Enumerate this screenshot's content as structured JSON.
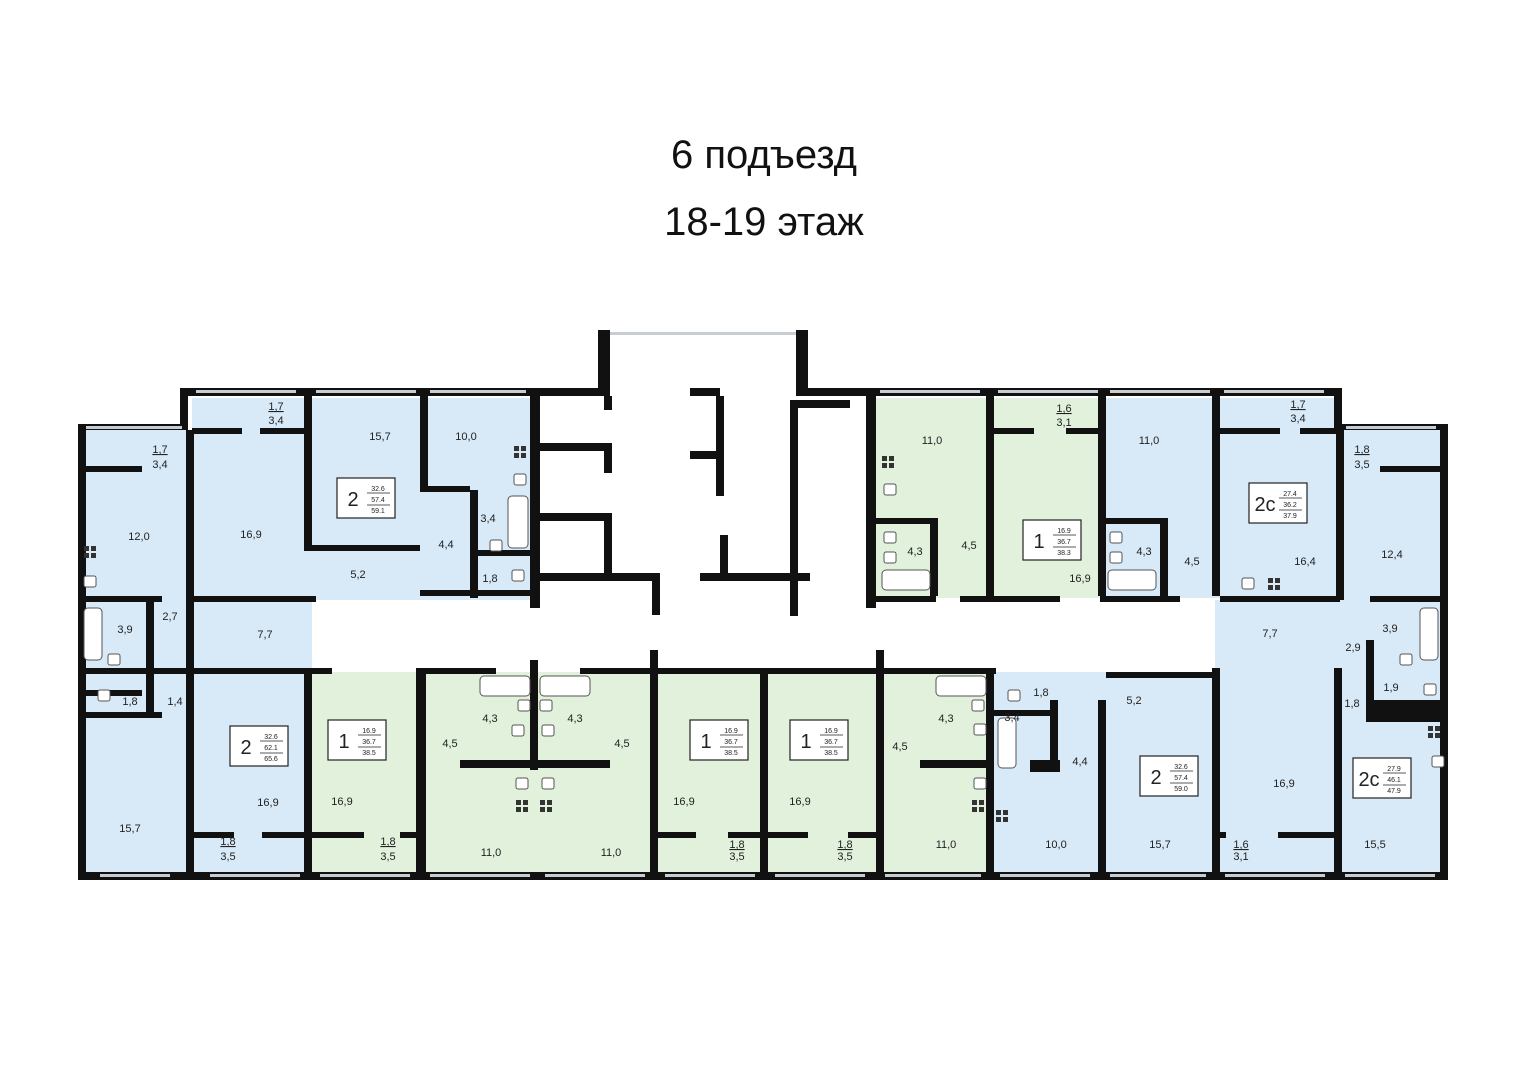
{
  "header": {
    "entrance": "6 подъезд",
    "floors": "18-19 этаж"
  },
  "colors": {
    "blue": "#d8e9f7",
    "green": "#e1f1dc",
    "wall": "#111111",
    "window": "#c8cdd2"
  },
  "apartments": [
    {
      "id": "a1",
      "color": "blue",
      "rooms": "2",
      "living": "32.6",
      "total": "57.4",
      "total_b": "59.1"
    },
    {
      "id": "a2",
      "color": "blue",
      "rooms": "2",
      "living": "32.6",
      "total": "62.1",
      "total_b": "65.6"
    },
    {
      "id": "a3",
      "color": "green",
      "rooms": "1",
      "living": "16.9",
      "total": "36.7",
      "total_b": "38.5"
    },
    {
      "id": "a4",
      "color": "green",
      "rooms": "1",
      "living": "16.9",
      "total": "36.7",
      "total_b": "38.5"
    },
    {
      "id": "a5",
      "color": "green",
      "rooms": "1",
      "living": "16.9",
      "total": "36.7",
      "total_b": "38.5"
    },
    {
      "id": "a6",
      "color": "green",
      "rooms": "1",
      "living": "16.9",
      "total": "36.7",
      "total_b": "38.3"
    },
    {
      "id": "a7",
      "color": "blue",
      "rooms": "2с",
      "living": "27.4",
      "total": "36.2",
      "total_b": "37.9"
    },
    {
      "id": "a8",
      "color": "blue",
      "rooms": "2",
      "living": "32.6",
      "total": "57.4",
      "total_b": "59.0"
    },
    {
      "id": "a9",
      "color": "blue",
      "rooms": "2с",
      "living": "27.9",
      "total": "46.1",
      "total_b": "47.9"
    }
  ],
  "room_labels": [
    "1,7",
    "3,4",
    "1,7",
    "3,4",
    "15,7",
    "10,0",
    "12,0",
    "16,9",
    "3,4",
    "4,4",
    "5,2",
    "1,8",
    "3,9",
    "2,7",
    "7,7",
    "1,8",
    "1,4",
    "16,9",
    "15,7",
    "1,8",
    "3,5",
    "4,3",
    "4,3",
    "4,5",
    "4,5",
    "16,9",
    "1,8",
    "3,5",
    "11,0",
    "11,0",
    "16,9",
    "1,8",
    "3,5",
    "16,9",
    "1,8",
    "3,5",
    "4,3",
    "4,5",
    "11,0",
    "11,0",
    "4,3",
    "4,5",
    "1,6",
    "3,1",
    "16,9",
    "11,0",
    "4,3",
    "4,5",
    "1,7",
    "3,4",
    "16,4",
    "1,8",
    "3,5",
    "12,4",
    "7,7",
    "3,9",
    "2,9",
    "1,9",
    "1,8",
    "1,8",
    "3,4",
    "4,4",
    "5,2",
    "10,0",
    "15,7",
    "16,9",
    "1,6",
    "3,1",
    "15,5"
  ]
}
